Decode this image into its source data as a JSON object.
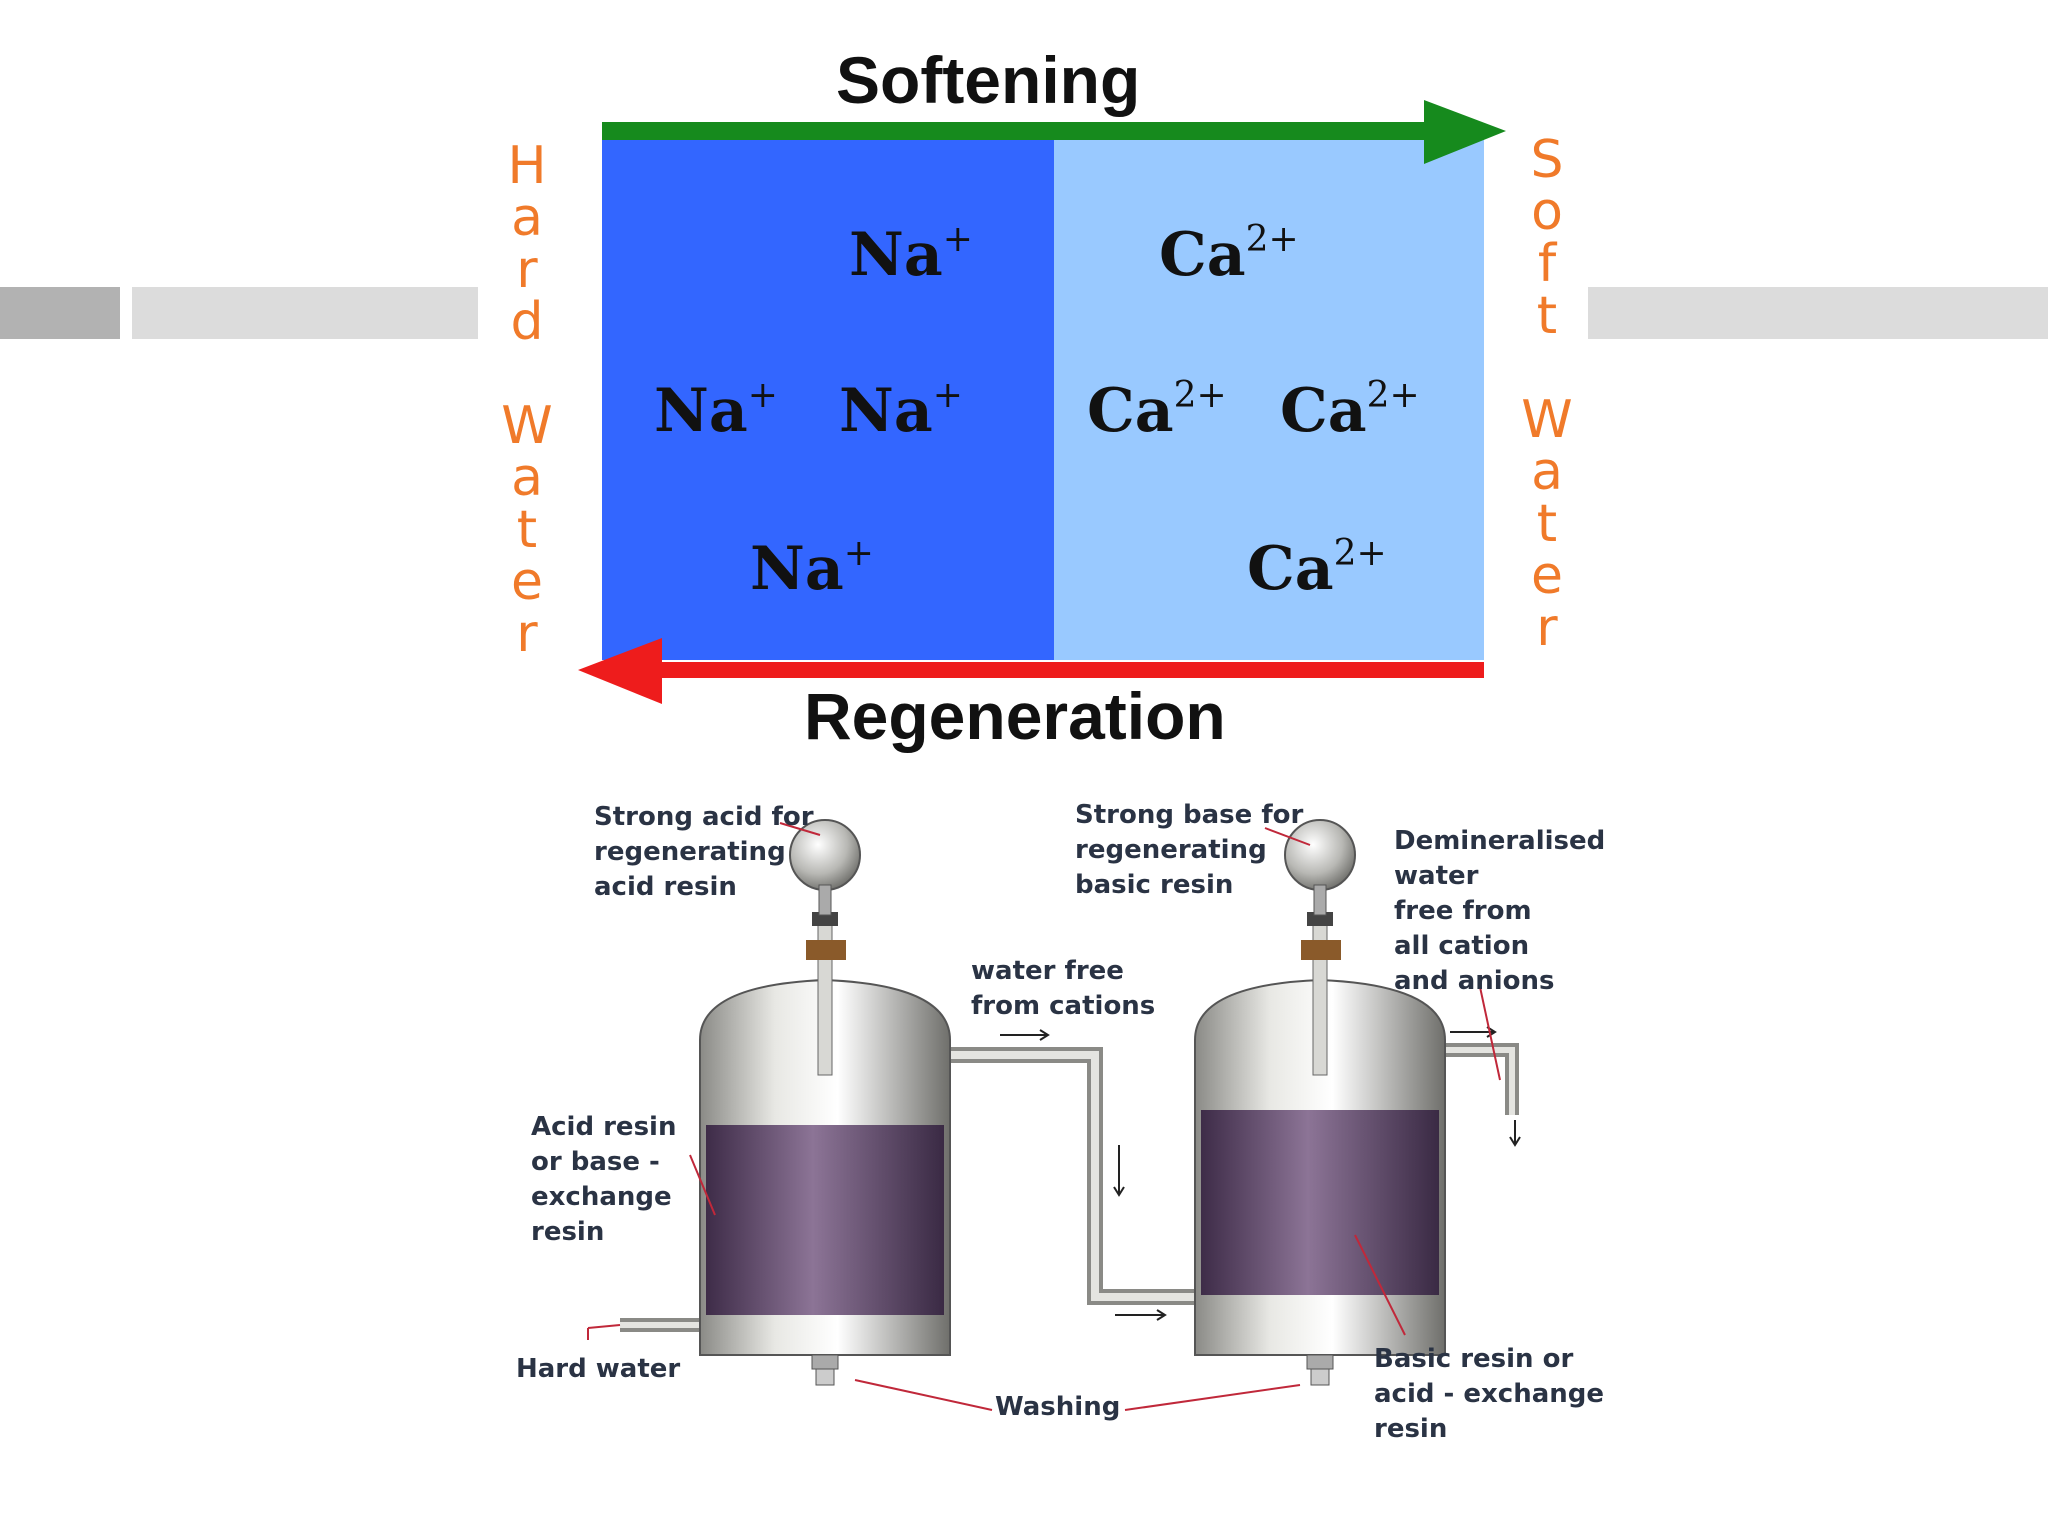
{
  "softening": {
    "title": "Softening",
    "arrow_color": "#168a1d"
  },
  "regeneration": {
    "title": "Regeneration",
    "arrow_color": "#ee1c1c"
  },
  "side_labels": {
    "hard_water": "H\na\nr\nd\n\nW\na\nt\ne\nr",
    "soft_water": "S\no\nf\nt\n\nW\na\nt\ne\nr",
    "color": "#f07a2a"
  },
  "resin_box": {
    "sodium_zone_color": "#3366ff",
    "calcium_zone_color": "#99c9ff",
    "sodium_ions": [
      {
        "symbol": "Na",
        "charge": "+"
      },
      {
        "symbol": "Na",
        "charge": "+"
      },
      {
        "symbol": "Na",
        "charge": "+"
      },
      {
        "symbol": "Na",
        "charge": "+"
      }
    ],
    "calcium_ions": [
      {
        "symbol": "Ca",
        "charge": "2+"
      },
      {
        "symbol": "Ca",
        "charge": "2+"
      },
      {
        "symbol": "Ca",
        "charge": "2+"
      },
      {
        "symbol": "Ca",
        "charge": "2+"
      }
    ]
  },
  "apparatus": {
    "labels": {
      "strong_acid": "Strong acid for\nregenerating\nacid resin",
      "strong_base": "Strong base for\nregenerating\nbasic resin",
      "demineralised": "Demineralised\nwater\nfree from\nall cation\nand anions",
      "water_free_cations": "water free\nfrom cations",
      "acid_resin": "Acid resin\nor base -\nexchange\nresin",
      "hard_water": "Hard water",
      "washing": "Washing",
      "basic_resin": "Basic resin or\nacid - exchange\nresin"
    },
    "resin_color": "#6e5478",
    "pointer_color": "#c0283a"
  }
}
